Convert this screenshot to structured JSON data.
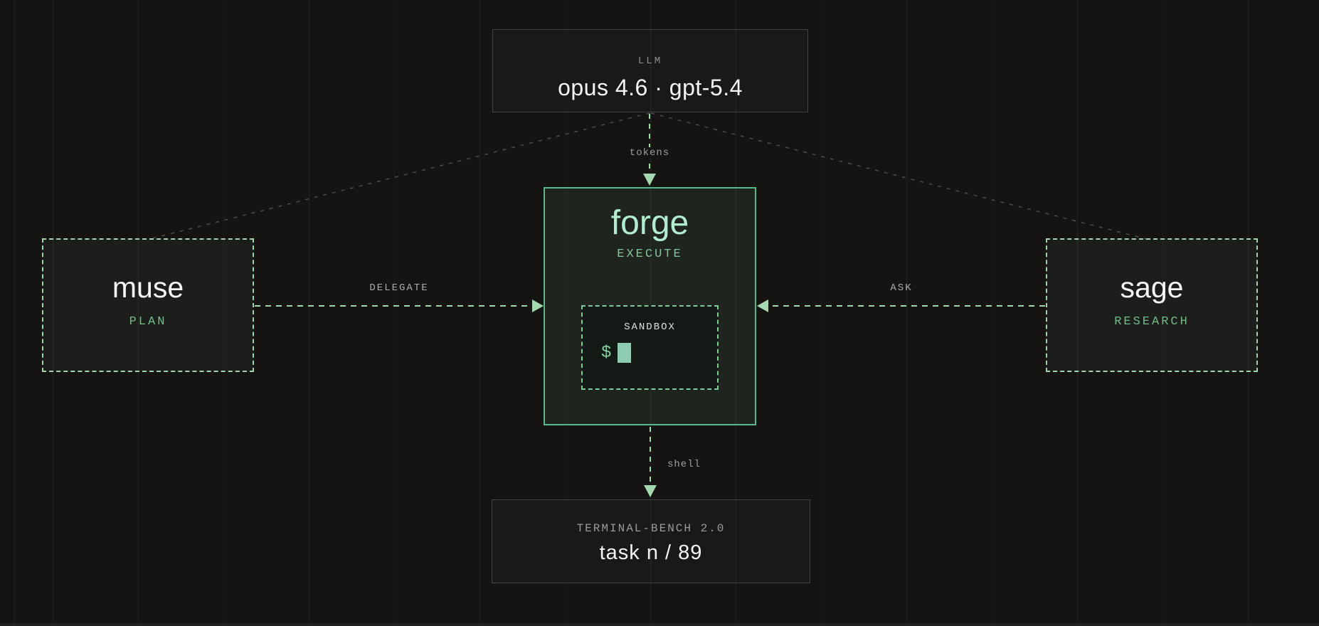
{
  "nodes": {
    "llm": {
      "kicker": "LLM",
      "title": "opus 4.6 · gpt-5.4"
    },
    "muse": {
      "title": "muse",
      "subtitle": "PLAN"
    },
    "sage": {
      "title": "sage",
      "subtitle": "RESEARCH"
    },
    "forge": {
      "title": "forge",
      "subtitle": "EXECUTE"
    },
    "sandbox": {
      "label": "SANDBOX",
      "prompt_symbol": "$"
    },
    "task": {
      "kicker": "TERMINAL-BENCH 2.0",
      "title": "task n / 89"
    }
  },
  "edges": {
    "tokens": {
      "label": "tokens"
    },
    "shell": {
      "label": "shell"
    },
    "delegate": {
      "label": "DELEGATE"
    },
    "ask": {
      "label": "ASK"
    }
  },
  "colors": {
    "background": "#151413",
    "grid_line": "#21201e",
    "forge_border": "#57b989",
    "forge_title": "#b2ecce",
    "dashed_node_border": "#a0d5ad",
    "arrow_green": "#a4d9af",
    "green_label": "#74b989",
    "gray_border": "#424240",
    "muted_label": "#8f908e",
    "title_text": "#f4f4f2",
    "diagonal_line": "#4a4e48",
    "cursor": "#8ecbb3"
  }
}
